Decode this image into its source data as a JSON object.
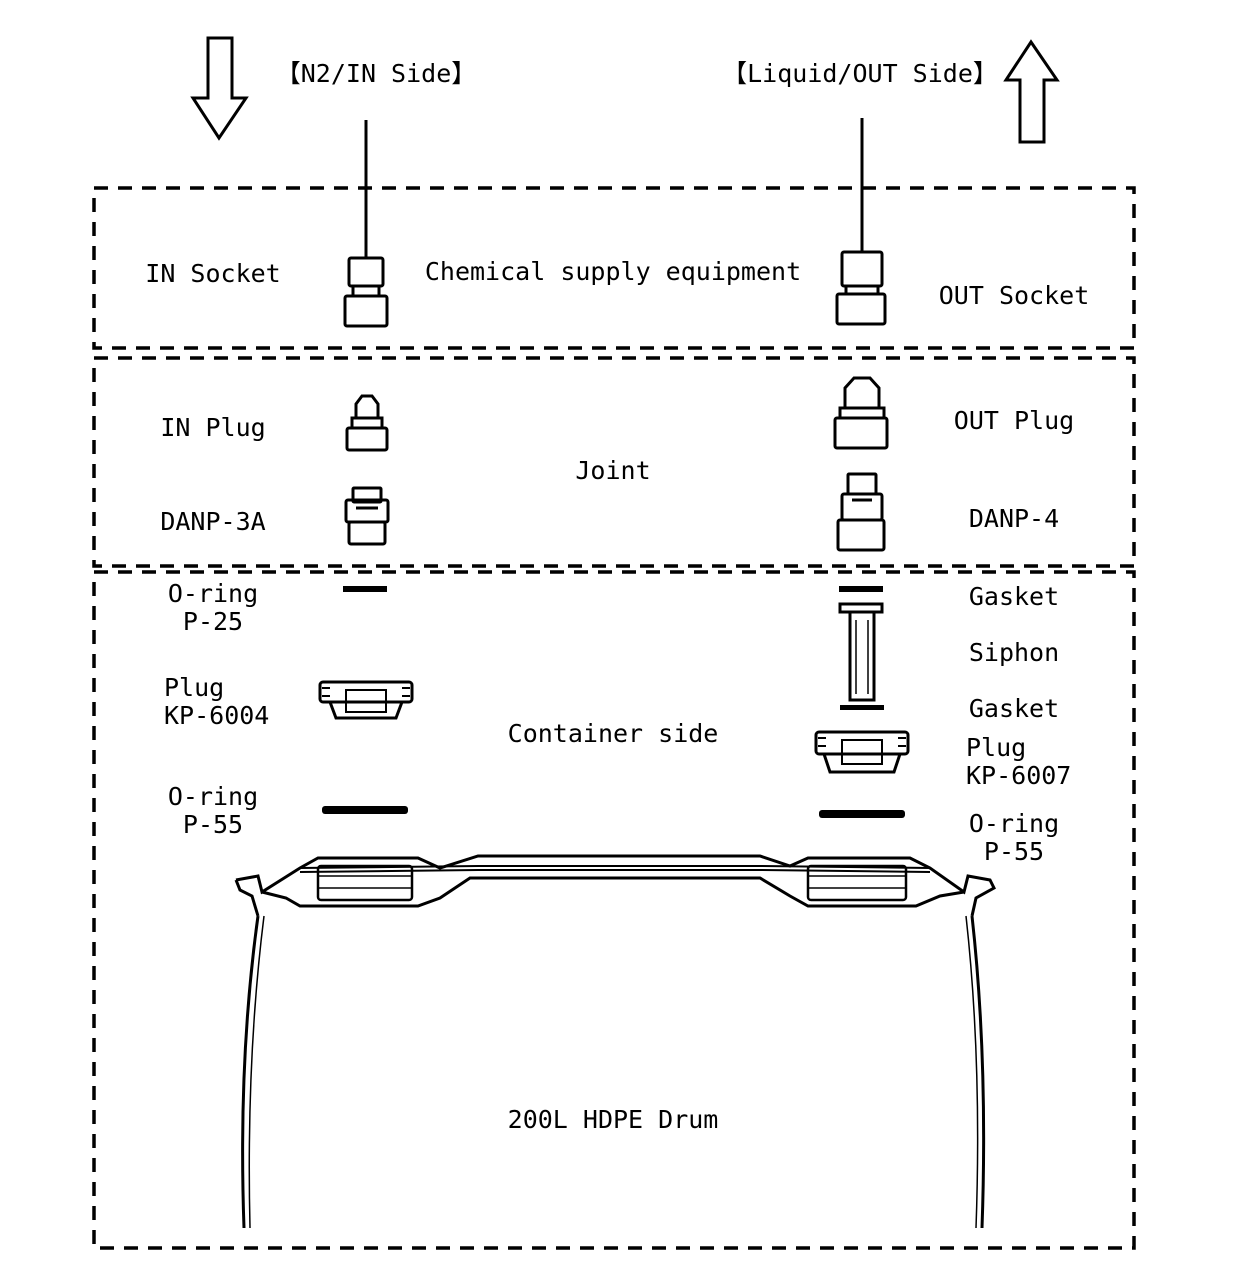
{
  "headers": {
    "in_side": "【N2/IN Side】",
    "out_side": "【Liquid/OUT Side】"
  },
  "sections": {
    "equipment": "Chemical supply equipment",
    "joint": "Joint",
    "container": "Container side",
    "drum": "200L HDPE Drum"
  },
  "in_side": {
    "socket": "IN Socket",
    "plug": "IN Plug",
    "danp": "DANP-3A",
    "oring_top": {
      "line1": "O-ring",
      "line2": "P-25"
    },
    "plug_kp": {
      "line1": "Plug",
      "line2": "KP-6004"
    },
    "oring_bottom": {
      "line1": "O-ring",
      "line2": "P-55"
    }
  },
  "out_side": {
    "socket": "OUT Socket",
    "plug": "OUT Plug",
    "danp": "DANP-4",
    "gasket_top": "Gasket",
    "siphon": "Siphon",
    "gasket_bottom": "Gasket",
    "plug_kp": {
      "line1": "Plug",
      "line2": "KP-6007"
    },
    "oring": {
      "line1": "O-ring",
      "line2": "P-55"
    }
  }
}
